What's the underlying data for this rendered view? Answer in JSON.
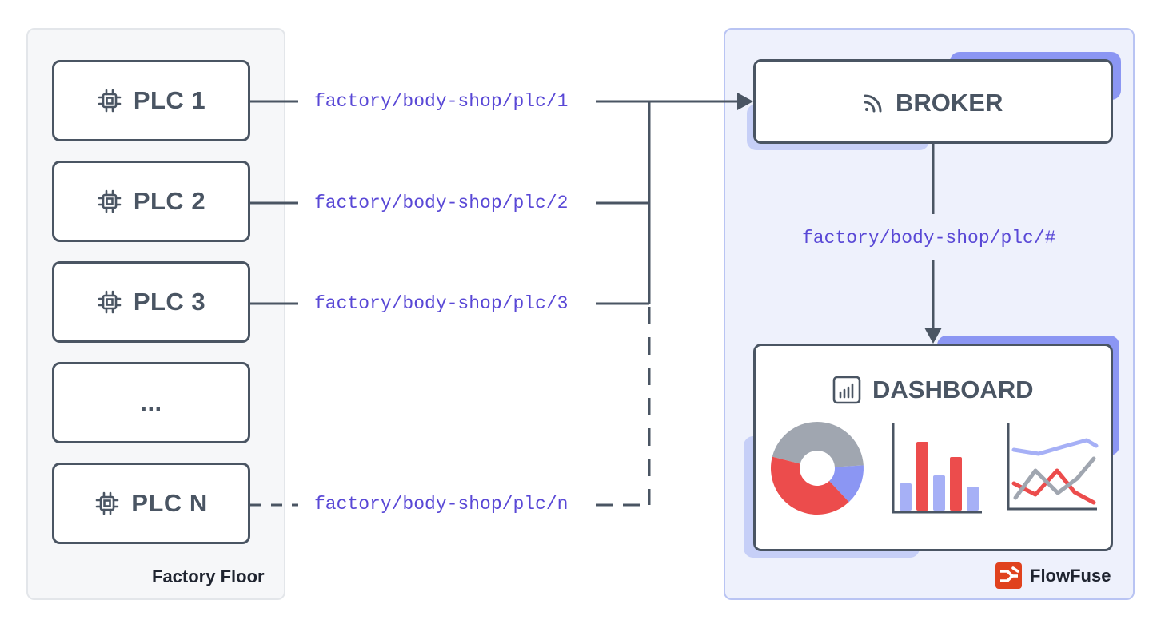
{
  "factory": {
    "caption": "Factory Floor",
    "plcs": [
      {
        "label": "PLC 1",
        "icon": "chip-icon"
      },
      {
        "label": "PLC 2",
        "icon": "chip-icon"
      },
      {
        "label": "PLC 3",
        "icon": "chip-icon"
      },
      {
        "label": "...",
        "icon": ""
      },
      {
        "label": "PLC N",
        "icon": "chip-icon"
      }
    ]
  },
  "topics": {
    "plc1": "factory/body-shop/plc/1",
    "plc2": "factory/body-shop/plc/2",
    "plc3": "factory/body-shop/plc/3",
    "plcn": "factory/body-shop/plc/n",
    "subscribe": "factory/body-shop/plc/#"
  },
  "broker": {
    "label": "BROKER",
    "icon": "rss-icon"
  },
  "dashboard": {
    "label": "DASHBOARD",
    "icon": "bar-chart-icon"
  },
  "brand": {
    "name": "FlowFuse",
    "icon": "flowfuse-logo-icon"
  },
  "colors": {
    "stroke": "#4a5563",
    "topic": "#5948d6",
    "accent": "#8b96f3",
    "accent_light": "#c6cff7",
    "red": "#ec4c4c",
    "gray": "#a0a6b0",
    "brand": "#e0421e"
  },
  "mini_charts": {
    "donut": [
      {
        "name": "gray",
        "value": 0.45
      },
      {
        "name": "blue",
        "value": 0.14
      },
      {
        "name": "red",
        "value": 0.41
      }
    ],
    "bars": [
      {
        "color": "light",
        "value": 0.34
      },
      {
        "color": "red",
        "value": 0.86
      },
      {
        "color": "light",
        "value": 0.44
      },
      {
        "color": "red",
        "value": 0.67
      },
      {
        "color": "light",
        "value": 0.3
      }
    ]
  }
}
